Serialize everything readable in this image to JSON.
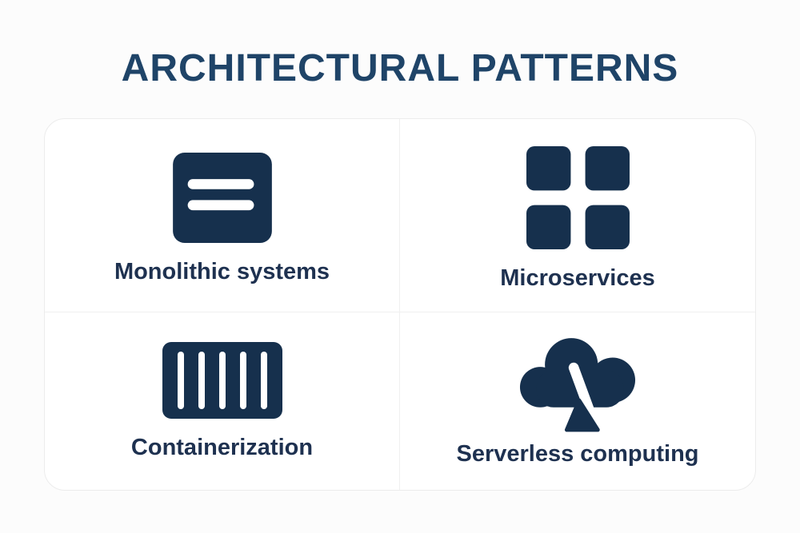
{
  "title": "ARCHITECTURAL PATTERNS",
  "colors": {
    "background": "#fcfcfc",
    "card_bg": "#ffffff",
    "card_border": "#ececec",
    "divider": "#f0f0f0",
    "title": "#1f4468",
    "label": "#1e3150",
    "icon": "#16304d"
  },
  "cards": [
    {
      "label": "Monolithic systems",
      "icon": "monolith-icon"
    },
    {
      "label": "Microservices",
      "icon": "microservices-grid-icon"
    },
    {
      "label": "Containerization",
      "icon": "container-icon"
    },
    {
      "label": "Serverless computing",
      "icon": "cloud-lambda-icon"
    }
  ]
}
